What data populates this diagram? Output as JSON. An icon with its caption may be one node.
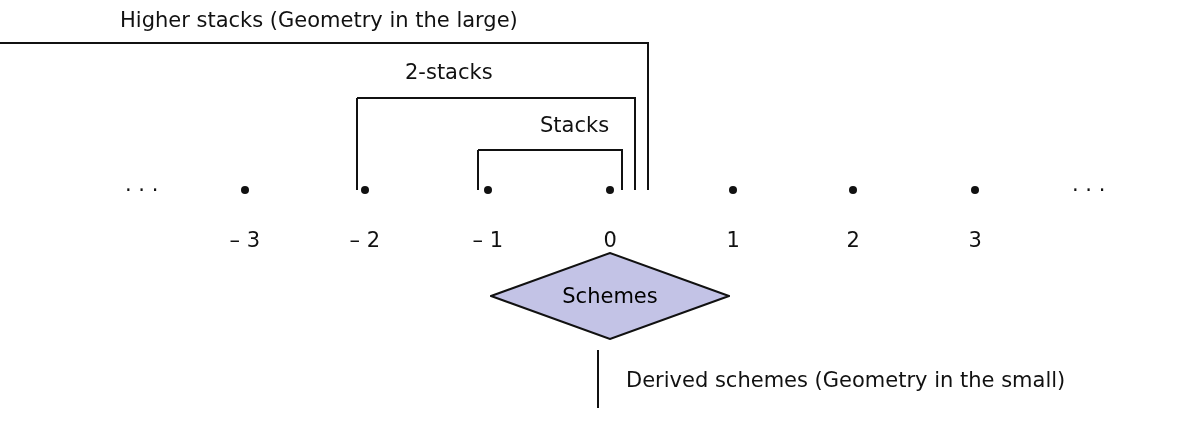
{
  "diagram": {
    "nodes": [
      {
        "text": [
          "Schemes"
        ]
      }
    ],
    "edges": [],
    "labels": [
      "Higher stacks (Geometry in the large)",
      "2-stacks",
      "Stacks",
      "· · ·",
      "– 3",
      "– 2",
      "– 1",
      "0",
      "1",
      "2",
      "3",
      "· · ·",
      "Derived schemes (Geometry in the small)"
    ]
  }
}
